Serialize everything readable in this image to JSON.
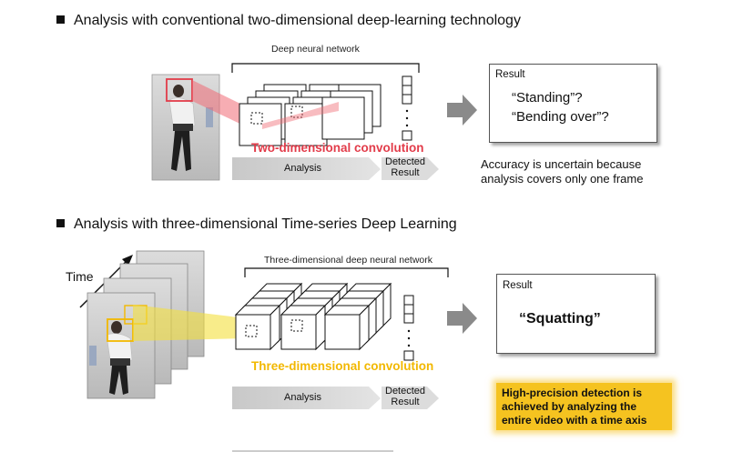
{
  "section1": {
    "heading": "Analysis with conventional two-dimensional deep-learning technology",
    "network_label": "Deep neural network",
    "convolution_label": "Two-dimensional convolution",
    "analysis_label": "Analysis",
    "detected_line1": "Detected",
    "detected_line2": "Result",
    "result_title": "Result",
    "result_line1": "“Standing”?",
    "result_line2": "“Bending over”?",
    "caption_line1": "Accuracy is uncertain because",
    "caption_line2": "analysis covers only one frame"
  },
  "section2": {
    "heading": "Analysis with three-dimensional Time-series Deep Learning",
    "time_label": "Time",
    "network_label": "Three-dimensional deep neural network",
    "convolution_label": "Three-dimensional convolution",
    "analysis_label": "Analysis",
    "detected_line1": "Detected",
    "detected_line2": "Result",
    "result_title": "Result",
    "result_text": "“Squatting”",
    "highlight_line1": "High-precision detection is",
    "highlight_line2": "achieved by analyzing the",
    "highlight_line3": "entire video with a time axis"
  },
  "colors": {
    "red_accent": "#e23c4a",
    "yellow_accent": "#f2b800",
    "highlight_bg": "#f5c320",
    "arrow_gray": "#8a8a8a"
  }
}
